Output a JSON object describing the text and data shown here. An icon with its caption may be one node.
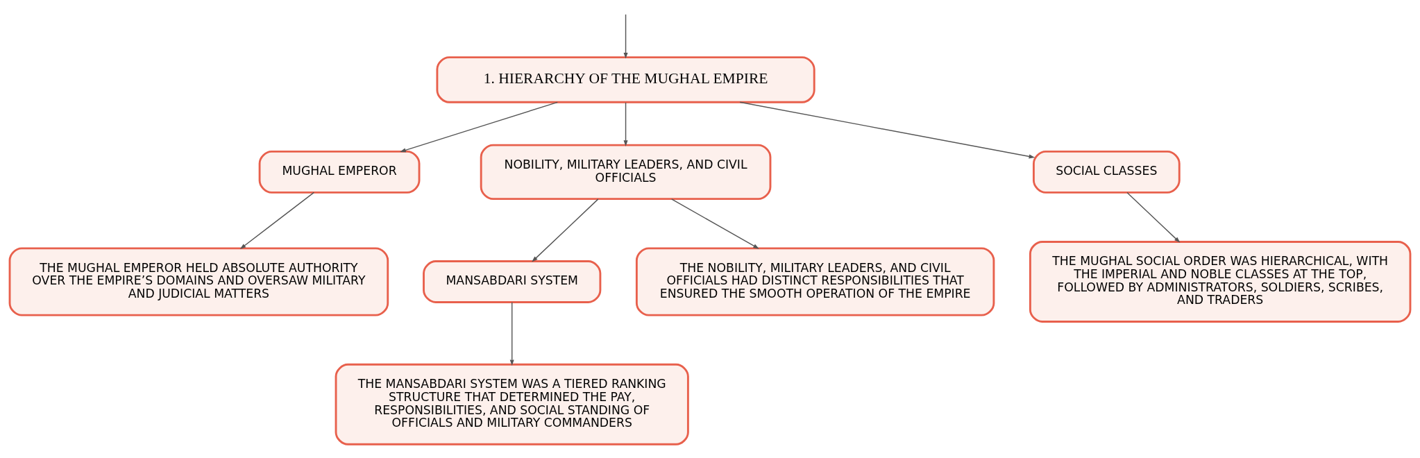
{
  "diagram": {
    "nodes": [
      {
        "text": [
          "1. HIERARCHY OF THE MUGHAL EMPIRE"
        ]
      },
      {
        "text": [
          "MUGHAL EMPEROR"
        ]
      },
      {
        "text": [
          "NOBILITY, MILITARY LEADERS, AND CIVIL OFFICIALS"
        ]
      },
      {
        "text": [
          "SOCIAL CLASSES"
        ]
      },
      {
        "text": [
          "THE MUGHAL EMPEROR HELD ABSOLUTE AUTHORITY OVER THE EMPIRE’S DOMAINS AND OVERSAW MILITARY AND JUDICIAL MATTERS"
        ]
      },
      {
        "text": [
          "MANSABDARI SYSTEM"
        ]
      },
      {
        "text": [
          "THE NOBILITY, MILITARY LEADERS, AND CIVIL OFFICIALS HAD DISTINCT RESPONSIBILITIES THAT ENSURED THE SMOOTH OPERATION OF THE EMPIRE"
        ]
      },
      {
        "text": [
          "THE MUGHAL SOCIAL ORDER WAS HIERARCHICAL, WITH THE IMPERIAL AND NOBLE CLASSES AT THE TOP, FOLLOWED BY ADMINISTRATORS, SOLDIERS, SCRIBES, AND TRADERS"
        ]
      },
      {
        "text": [
          "THE MANSABDARI SYSTEM WAS A TIERED RANKING STRUCTURE THAT DETERMINED THE PAY, RESPONSIBILITIES, AND SOCIAL STANDING OF OFFICIALS AND MILITARY COMMANDERS"
        ]
      }
    ],
    "edges": [
      {
        "from": null,
        "to": 0,
        "arrow": "to"
      },
      {
        "from": 0,
        "to": 1,
        "arrow": "to"
      },
      {
        "from": 0,
        "to": 2,
        "arrow": "to"
      },
      {
        "from": 0,
        "to": 3,
        "arrow": "to"
      },
      {
        "from": 1,
        "to": 4,
        "arrow": "to"
      },
      {
        "from": 2,
        "to": 5,
        "arrow": "to"
      },
      {
        "from": 2,
        "to": 6,
        "arrow": "to"
      },
      {
        "from": 3,
        "to": 7,
        "arrow": "to"
      },
      {
        "from": 5,
        "to": 8,
        "arrow": "to"
      }
    ]
  }
}
